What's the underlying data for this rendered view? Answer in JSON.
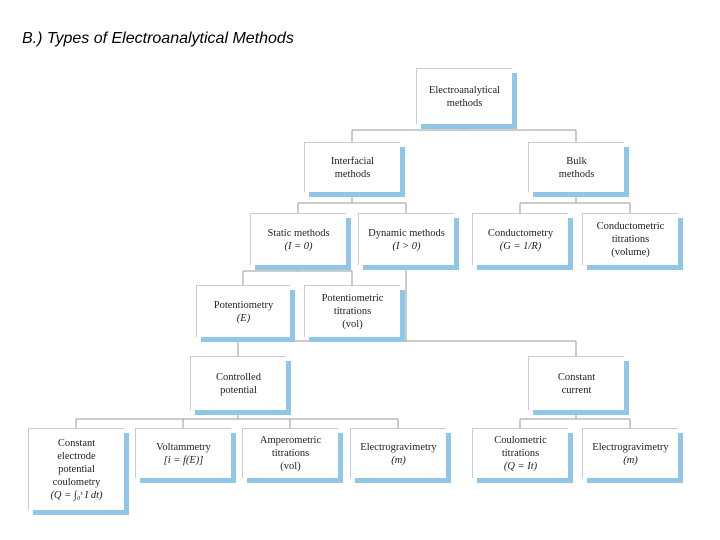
{
  "page_title": "B.) Types of Electroanalytical Methods",
  "colors": {
    "box_shadow": "#92c6e6",
    "box_border": "#c7ccd2",
    "connector": "#9a9a9a"
  },
  "nodes": {
    "electroanalytical": {
      "line1": "Electroanalytical",
      "line2": "methods"
    },
    "interfacial": {
      "line1": "Interfacial",
      "line2": "methods"
    },
    "bulk": {
      "line1": "Bulk",
      "line2": "methods"
    },
    "static": {
      "line1": "Static methods",
      "line2": "(I = 0)"
    },
    "dynamic": {
      "line1": "Dynamic methods",
      "line2": "(I > 0)"
    },
    "conductometry": {
      "line1": "Conductometry",
      "line2": "(G = 1/R)"
    },
    "conductometric_titrations": {
      "line1": "Conductometric",
      "line2": "titrations",
      "line3": "(volume)"
    },
    "potentiometry": {
      "line1": "Potentiometry",
      "line2": "(E)"
    },
    "potentiometric_titrations": {
      "line1": "Potentiometric",
      "line2": "titrations",
      "line3": "(vol)"
    },
    "controlled_potential": {
      "line1": "Controlled",
      "line2": "potential"
    },
    "constant_current": {
      "line1": "Constant",
      "line2": "current"
    },
    "constant_electrode": {
      "line1": "Constant",
      "line2": "electrode",
      "line3": "potential",
      "line4": "coulometry",
      "line5": "(Q = ∫₀ᵗ I dt)"
    },
    "voltammetry": {
      "line1": "Voltammetry",
      "line2": "[i = f(E)]"
    },
    "amperometric_titrations": {
      "line1": "Amperometric",
      "line2": "titrations",
      "line3": "(vol)"
    },
    "electrogravimetry_1": {
      "line1": "Electrogravimetry",
      "line2": "(m)"
    },
    "coulometric_titrations": {
      "line1": "Coulometric",
      "line2": "titrations",
      "line3": "(Q = It)"
    },
    "electrogravimetry_2": {
      "line1": "Electrogravimetry",
      "line2": "(m)"
    }
  }
}
